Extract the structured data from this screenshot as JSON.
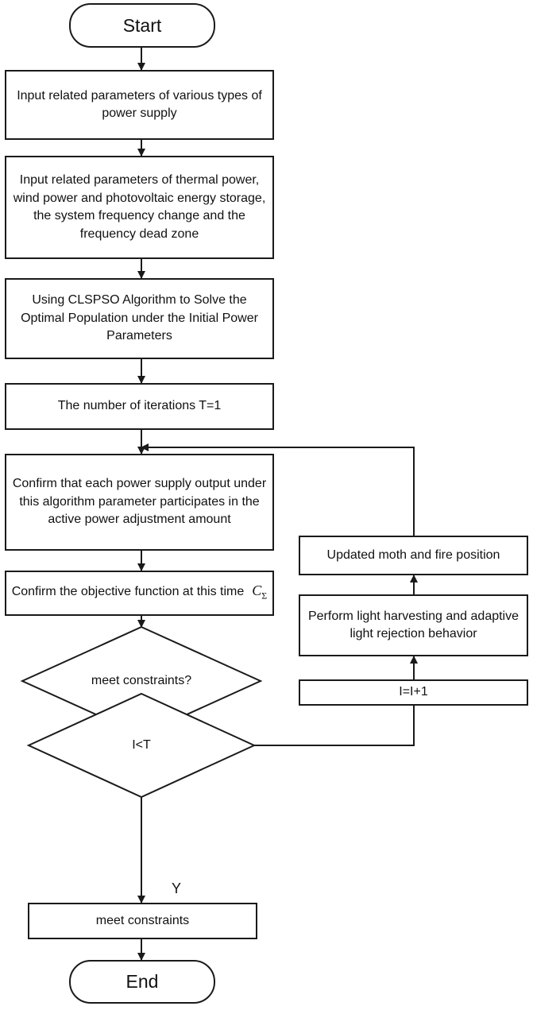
{
  "flowchart": {
    "start": "Start",
    "end": "End",
    "steps": {
      "input_params": "Input related parameters of various types of power supply",
      "input_detail": "Input related parameters of thermal power, wind power and photovoltaic energy storage, the system frequency change and the frequency dead zone",
      "clspso": "Using CLSPSO Algorithm to Solve the Optimal Population under the Initial Power Parameters",
      "iterations": "The number of iterations T=1",
      "confirm_output": "Confirm that each power supply output under this algorithm parameter participates in the active power adjustment amount",
      "objective": "Confirm the objective function at this time",
      "objective_symbol": "C",
      "objective_symbol_sub": "Σ",
      "updated_moth": "Updated moth and fire position",
      "light_behavior": "Perform light harvesting and adaptive light rejection behavior",
      "increment": "I=I+1",
      "final": "meet constraints"
    },
    "decisions": {
      "constraints": "meet constraints?",
      "iteration_check": "I<T"
    },
    "edge_labels": {
      "yes": "Y"
    }
  }
}
